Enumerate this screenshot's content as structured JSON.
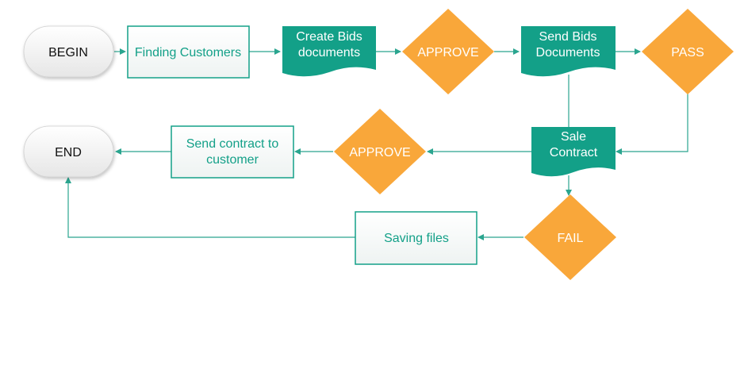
{
  "colors": {
    "teal": "#13a088",
    "teal_dark": "#0e8f79",
    "orange": "#f9a73a",
    "line": "#2aa58f",
    "terminal_fill": "#f2f2f2"
  },
  "nodes": {
    "begin": "BEGIN",
    "finding_customers": "Finding Customers",
    "create_bids_line1": "Create Bids",
    "create_bids_line2": "documents",
    "approve_1": "APPROVE",
    "send_bids_line1": "Send Bids",
    "send_bids_line2": "Documents",
    "pass": "PASS",
    "sale_contract_line1": "Sale",
    "sale_contract_line2": "Contract",
    "approve_2": "APPROVE",
    "send_contract_line1": "Send contract to",
    "send_contract_line2": "customer",
    "end": "END",
    "fail": "FAIL",
    "saving_files": "Saving files"
  }
}
